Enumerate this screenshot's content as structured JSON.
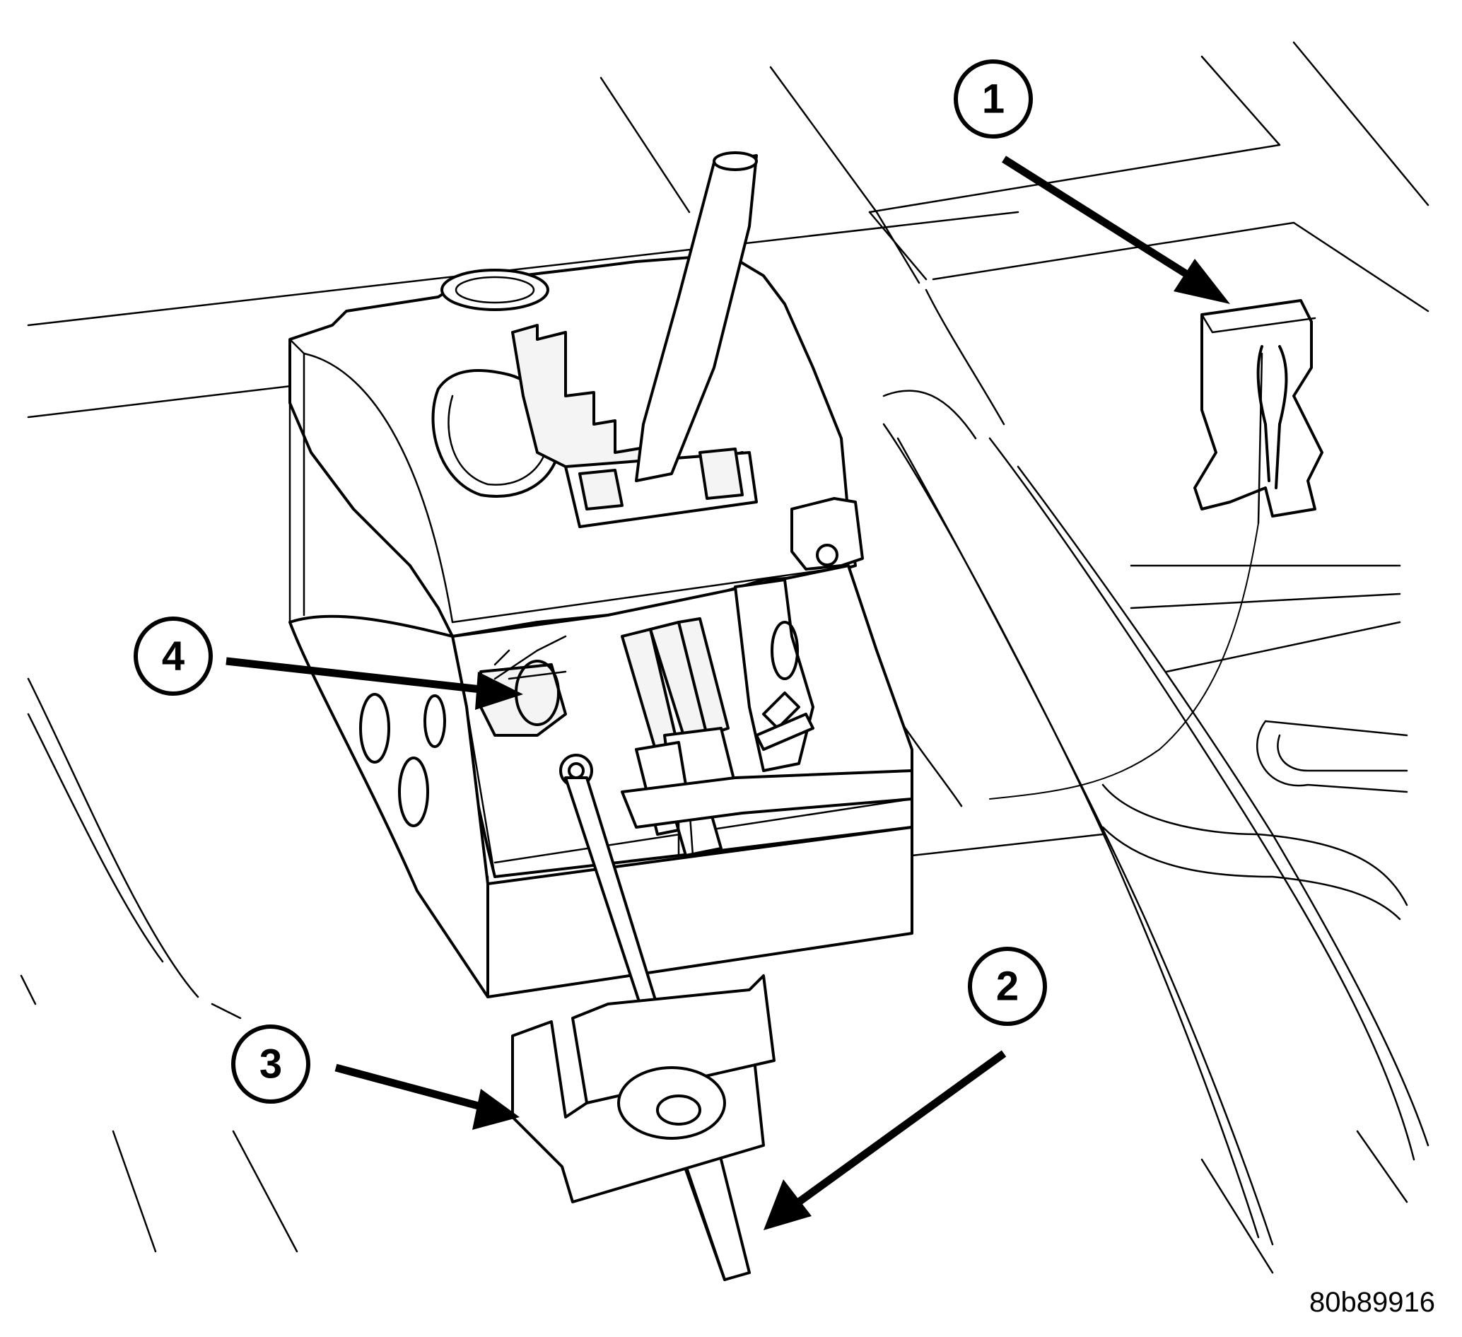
{
  "callouts": [
    {
      "id": "1",
      "label": "1"
    },
    {
      "id": "2",
      "label": "2"
    },
    {
      "id": "3",
      "label": "3"
    },
    {
      "id": "4",
      "label": "4"
    }
  ],
  "figure_id": "80b89916"
}
